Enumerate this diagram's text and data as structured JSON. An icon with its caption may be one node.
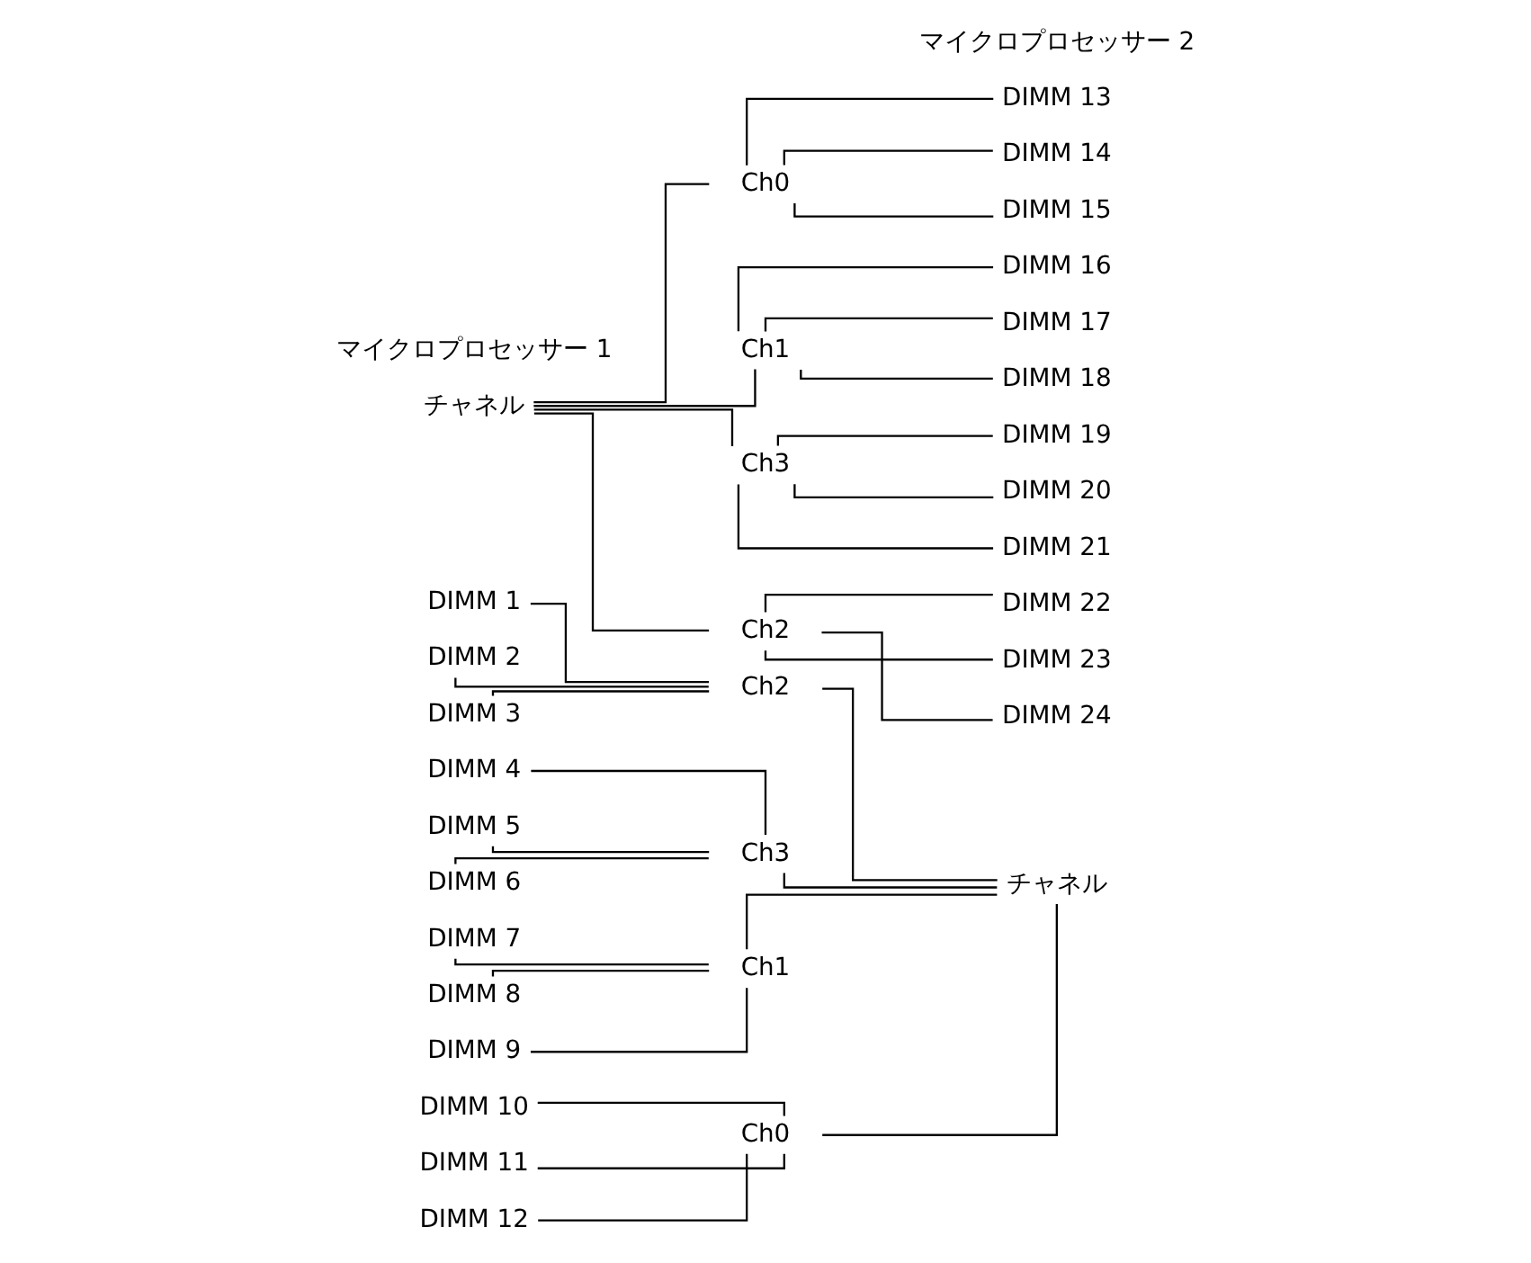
{
  "diagram": {
    "nodes": [
      {
        "text": [
          "DIMM 1"
        ]
      },
      {
        "text": [
          "DIMM 2"
        ]
      },
      {
        "text": [
          "DIMM 3"
        ]
      },
      {
        "text": [
          "DIMM 4"
        ]
      },
      {
        "text": [
          "DIMM 5"
        ]
      },
      {
        "text": [
          "DIMM 6"
        ]
      },
      {
        "text": [
          "DIMM 7"
        ]
      },
      {
        "text": [
          "DIMM 8"
        ]
      },
      {
        "text": [
          "DIMM 9"
        ]
      },
      {
        "text": [
          "DIMM 10"
        ]
      },
      {
        "text": [
          "DIMM 11"
        ]
      },
      {
        "text": [
          "DIMM 12"
        ]
      },
      {
        "text": [
          "Ch2"
        ]
      },
      {
        "text": [
          "Ch3"
        ]
      },
      {
        "text": [
          "Ch1"
        ]
      },
      {
        "text": [
          "Ch0"
        ]
      },
      {
        "text": [
          "チャネル"
        ]
      },
      {
        "text": [
          "チャネル"
        ]
      },
      {
        "text": [
          "Ch0"
        ]
      },
      {
        "text": [
          "Ch1"
        ]
      },
      {
        "text": [
          "Ch3"
        ]
      },
      {
        "text": [
          "Ch2"
        ]
      },
      {
        "text": [
          "DIMM 13"
        ]
      },
      {
        "text": [
          "DIMM 14"
        ]
      },
      {
        "text": [
          "DIMM 15"
        ]
      },
      {
        "text": [
          "DIMM 16"
        ]
      },
      {
        "text": [
          "DIMM 17"
        ]
      },
      {
        "text": [
          "DIMM 18"
        ]
      },
      {
        "text": [
          "DIMM 19"
        ]
      },
      {
        "text": [
          "DIMM 20"
        ]
      },
      {
        "text": [
          "DIMM 21"
        ]
      },
      {
        "text": [
          "DIMM 22"
        ]
      },
      {
        "text": [
          "DIMM 23"
        ]
      },
      {
        "text": [
          "DIMM 24"
        ]
      }
    ],
    "edges": [
      {
        "from": 0,
        "to": 12,
        "arrow": "none"
      },
      {
        "from": 1,
        "to": 12,
        "arrow": "none"
      },
      {
        "from": 2,
        "to": 12,
        "arrow": "none"
      },
      {
        "from": 3,
        "to": 13,
        "arrow": "none"
      },
      {
        "from": 4,
        "to": 13,
        "arrow": "none"
      },
      {
        "from": 5,
        "to": 13,
        "arrow": "none"
      },
      {
        "from": 6,
        "to": 14,
        "arrow": "none"
      },
      {
        "from": 7,
        "to": 14,
        "arrow": "none"
      },
      {
        "from": 8,
        "to": 14,
        "arrow": "none"
      },
      {
        "from": 9,
        "to": 15,
        "arrow": "none"
      },
      {
        "from": 10,
        "to": 15,
        "arrow": "none"
      },
      {
        "from": 11,
        "to": 15,
        "arrow": "none"
      },
      {
        "from": 12,
        "to": 16,
        "arrow": "none"
      },
      {
        "from": 13,
        "to": 16,
        "arrow": "none"
      },
      {
        "from": 14,
        "to": 16,
        "arrow": "none"
      },
      {
        "from": 15,
        "to": 16,
        "arrow": "none"
      },
      {
        "from": 17,
        "to": 18,
        "arrow": "none"
      },
      {
        "from": 17,
        "to": 19,
        "arrow": "none"
      },
      {
        "from": 17,
        "to": 20,
        "arrow": "none"
      },
      {
        "from": 17,
        "to": 21,
        "arrow": "none"
      },
      {
        "from": 18,
        "to": 22,
        "arrow": "none"
      },
      {
        "from": 18,
        "to": 23,
        "arrow": "none"
      },
      {
        "from": 18,
        "to": 24,
        "arrow": "none"
      },
      {
        "from": 19,
        "to": 25,
        "arrow": "none"
      },
      {
        "from": 19,
        "to": 26,
        "arrow": "none"
      },
      {
        "from": 19,
        "to": 27,
        "arrow": "none"
      },
      {
        "from": 20,
        "to": 28,
        "arrow": "none"
      },
      {
        "from": 20,
        "to": 29,
        "arrow": "none"
      },
      {
        "from": 20,
        "to": 30,
        "arrow": "none"
      },
      {
        "from": 21,
        "to": 31,
        "arrow": "none"
      },
      {
        "from": 21,
        "to": 32,
        "arrow": "none"
      },
      {
        "from": 21,
        "to": 33,
        "arrow": "none"
      }
    ],
    "labels": [
      "マイクロプロセッサー 1",
      "マイクロプロセッサー 2"
    ]
  }
}
